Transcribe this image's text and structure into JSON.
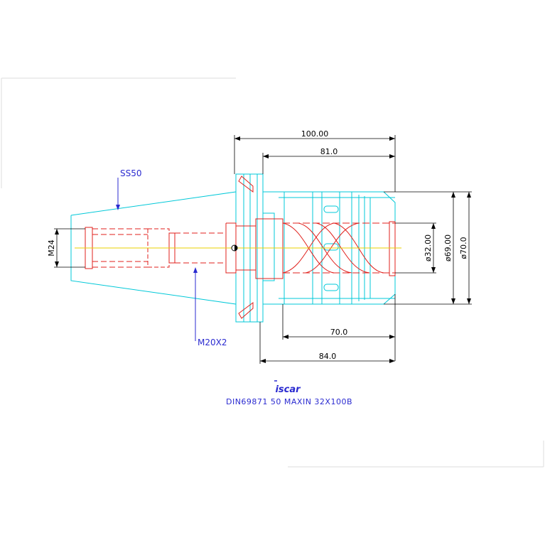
{
  "colors": {
    "cyan": "#00c8d8",
    "red": "#e0201c",
    "dim": "#000000",
    "blue": "#2a2ad0",
    "center": "#e8d000"
  },
  "dimensions": {
    "d100": "100.00",
    "d81": "81.0",
    "d70len": "70.0",
    "d84": "84.0",
    "d32": "ø32.00",
    "d69": "ø69.00",
    "d70": "ø70.0",
    "m24": "M24"
  },
  "labels": {
    "ss50": "SS50",
    "m20x2": "M20X2"
  },
  "logo_text": "iscar",
  "caption": "DIN69871 50 MAXIN 32X100B"
}
